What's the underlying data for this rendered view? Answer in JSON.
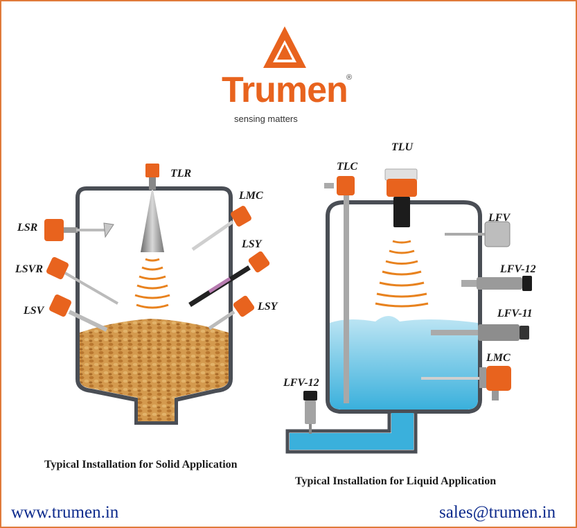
{
  "brand": {
    "name": "Trumen",
    "registered": "®",
    "tagline": "sensing matters",
    "accent_color": "#e8631e"
  },
  "solid_application": {
    "caption": "Typical Installation for Solid Application",
    "instruments": [
      "TLR",
      "LMC",
      "LSR",
      "LSY",
      "LSVR",
      "LSV",
      "LSY"
    ]
  },
  "liquid_application": {
    "caption": "Typical Installation for Liquid Application",
    "instruments": [
      "TLU",
      "TLC",
      "LFV",
      "LFV-12",
      "LFV-11",
      "LMC",
      "LFV-12"
    ]
  },
  "footer": {
    "website": "www.trumen.in",
    "email": "sales@trumen.in",
    "color": "#0c2a8c"
  }
}
